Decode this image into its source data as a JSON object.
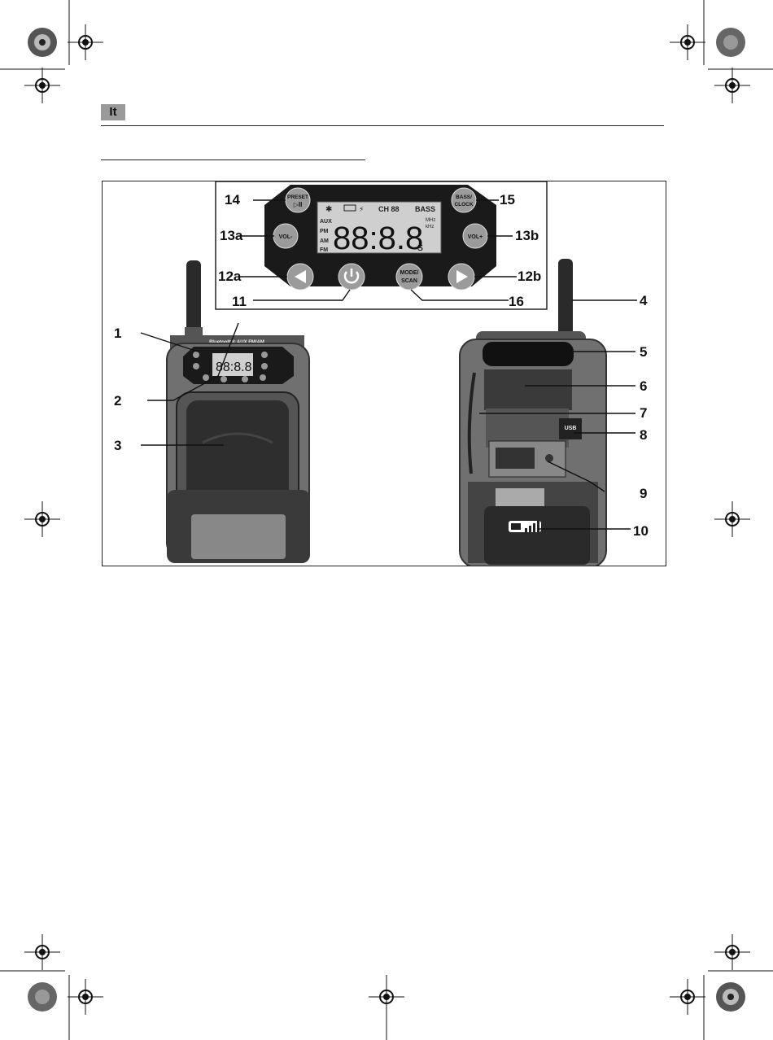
{
  "page": {
    "language_tag": "It"
  },
  "panel": {
    "buttons": {
      "preset_top": "PRESET",
      "preset_bottom": "▷II",
      "vol_minus": "VOL-",
      "vol_plus": "VOL+",
      "bass_top": "BASS/",
      "bass_bottom": "CLOCK",
      "mode_top": "MODE/",
      "mode_bottom": "SCAN"
    },
    "lcd": {
      "ch": "CH 88",
      "bass": "BASS",
      "sources": [
        "AUX",
        "PM",
        "AM",
        "FM"
      ],
      "digits": "88:8.8",
      "suffix": "s",
      "mhz": "MHz",
      "khz": "kHz"
    }
  },
  "radio": {
    "top_band_text": "Bluetooth® AUX FM/AM",
    "mini_digits": "88:8.8",
    "usb_label": "USB"
  },
  "callouts": [
    "1",
    "2",
    "3",
    "4",
    "5",
    "6",
    "7",
    "8",
    "9",
    "10",
    "11",
    "12a",
    "12b",
    "13a",
    "13b",
    "14",
    "15",
    "16"
  ],
  "colors": {
    "panel_bg": "#1a1a1a",
    "lcd_bg": "#cfcfcf",
    "button": "#9b9b9b",
    "body_dark": "#3a3a3a",
    "body_mid": "#707070"
  }
}
